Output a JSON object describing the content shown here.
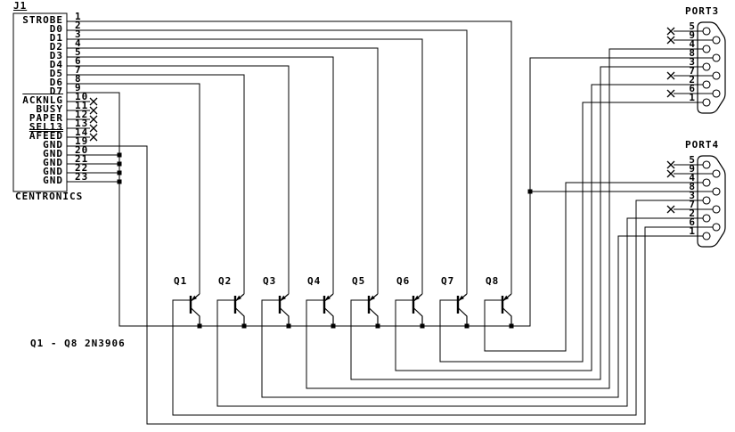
{
  "colors": {
    "line": "#000000",
    "background": "#ffffff"
  },
  "note": "Q1 - Q8 2N3906",
  "j1": {
    "ref": "J1",
    "type_label": "CENTRONICS",
    "pins": [
      {
        "num": "1",
        "label": "STROBE"
      },
      {
        "num": "2",
        "label": "D0"
      },
      {
        "num": "3",
        "label": "D1"
      },
      {
        "num": "4",
        "label": "D2"
      },
      {
        "num": "5",
        "label": "D3"
      },
      {
        "num": "6",
        "label": "D4"
      },
      {
        "num": "7",
        "label": "D5"
      },
      {
        "num": "8",
        "label": "D6"
      },
      {
        "num": "9",
        "label": "D7"
      },
      {
        "num": "10",
        "label": "ACKNLG",
        "overline": true,
        "nc": true
      },
      {
        "num": "11",
        "label": "BUSY",
        "nc": true
      },
      {
        "num": "12",
        "label": "PAPER",
        "nc": true
      },
      {
        "num": "13",
        "label": "SEL13",
        "underline": true,
        "nc": true
      },
      {
        "num": "14",
        "label": "AFEED",
        "overline": true,
        "nc": true
      },
      {
        "num": "19",
        "label": "GND"
      },
      {
        "num": "20",
        "label": "GND"
      },
      {
        "num": "21",
        "label": "GND"
      },
      {
        "num": "22",
        "label": "GND"
      },
      {
        "num": "23",
        "label": "GND"
      }
    ]
  },
  "port3": {
    "ref": "PORT3",
    "pins": [
      {
        "num": "5",
        "nc": true
      },
      {
        "num": "9",
        "nc": true
      },
      {
        "num": "4"
      },
      {
        "num": "8"
      },
      {
        "num": "3"
      },
      {
        "num": "7",
        "nc": true
      },
      {
        "num": "2"
      },
      {
        "num": "6",
        "nc": true
      },
      {
        "num": "1"
      }
    ]
  },
  "port4": {
    "ref": "PORT4",
    "pins": [
      {
        "num": "5",
        "nc": true
      },
      {
        "num": "9",
        "nc": true
      },
      {
        "num": "4"
      },
      {
        "num": "8"
      },
      {
        "num": "3"
      },
      {
        "num": "7",
        "nc": true
      },
      {
        "num": "2"
      },
      {
        "num": "6"
      },
      {
        "num": "1"
      }
    ]
  },
  "transistors": [
    {
      "ref": "Q1"
    },
    {
      "ref": "Q2"
    },
    {
      "ref": "Q3"
    },
    {
      "ref": "Q4"
    },
    {
      "ref": "Q5"
    },
    {
      "ref": "Q6"
    },
    {
      "ref": "Q7"
    },
    {
      "ref": "Q8"
    }
  ]
}
